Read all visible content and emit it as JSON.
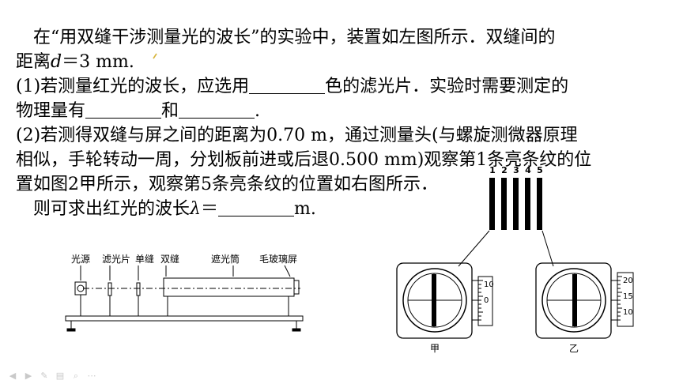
{
  "problem": {
    "line1": "在“用双缝干涉测量光的波长”的实验中，装置如左图所示．双缝间的",
    "line2_prefix": "距离",
    "line2_var": "d",
    "line2_suffix": "＝3 mm.",
    "q1_a": "(1)若测量红光的波长，应选用",
    "q1_b": "色的滤光片．实验时需要测定的",
    "q1_c": "物理量有",
    "q1_d": "和",
    "q1_e": ".",
    "q2_a": "(2)若测得双缝与屏之间的距离为0.70 m，通过测量头(与螺旋测微器原理",
    "q2_b": "相似，手轮转动一周，分划板前进或后退0.500 mm)观察第1条亮条纹的位",
    "q2_c": "置如图2甲所示，观察第5条亮条纹的位置如右图所示．",
    "q2_d_prefix": "则可求出红光的波长",
    "q2_d_var": "λ",
    "q2_d_eq": "＝",
    "q2_d_unit": "m."
  },
  "apparatus": {
    "labels": [
      "光源",
      "滤光片",
      "单缝",
      "双缝",
      "遮光筒",
      "毛玻璃屏"
    ]
  },
  "micrometer": {
    "fringe_numbers": [
      "1",
      "2",
      "3",
      "4",
      "5"
    ],
    "left_label": "甲",
    "right_label": "乙",
    "left_scale": [
      "10",
      "0"
    ],
    "right_scale": [
      "20",
      "15",
      "10"
    ]
  },
  "toolbar": {
    "icons": [
      "prev-arrow-icon",
      "next-arrow-icon",
      "pen-icon",
      "slides-icon",
      "zoom-icon",
      "more-icon"
    ]
  }
}
